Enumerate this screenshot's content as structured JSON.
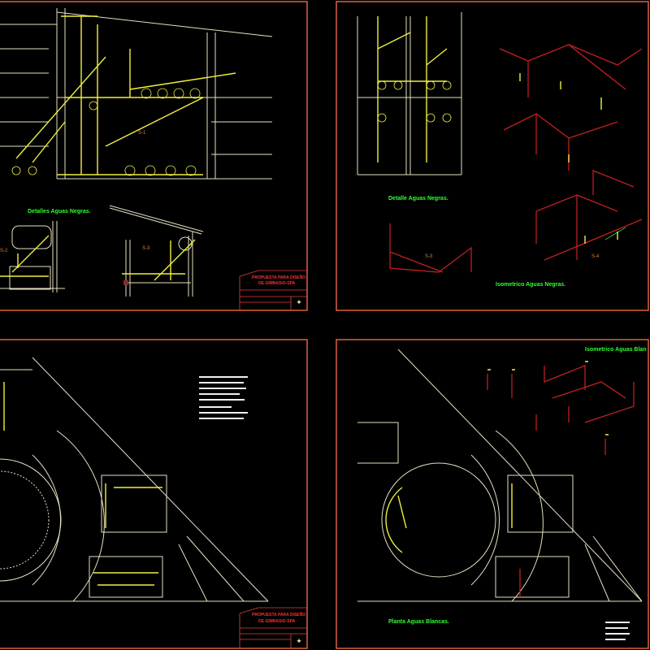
{
  "sheets": [
    {
      "title": "Detalles Aguas Negras.",
      "sections": [
        "S-1",
        "S-2",
        "S-3"
      ],
      "title_block": {
        "project": "PROPUESTA PARA DISEÑO",
        "project_line2": "DE GIMNASIO-SPA"
      }
    },
    {
      "titles": [
        "Detalle Aguas Negras.",
        "Isometrico Aguas Negras."
      ],
      "sections": [
        "S-3",
        "S-4"
      ]
    },
    {
      "title_block": {
        "project": "PROPUESTA PARA DISEÑO",
        "project_line2": "DE GIMNASIO-SPA"
      }
    },
    {
      "titles": [
        "Isometrico Aguas Blan",
        "Planta Aguas Blancas."
      ]
    }
  ],
  "colors": {
    "background": "#000000",
    "frame": "#e06040",
    "pipes": "#f0f040",
    "walls": "#e8e0c0",
    "titles": "#30ff30",
    "title_block": "#ff3030"
  }
}
